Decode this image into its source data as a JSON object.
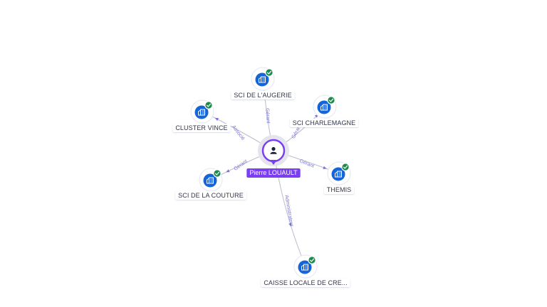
{
  "center": {
    "label": "Pierre LOUAULT",
    "icon": "person-icon",
    "color": "#7a3ff0"
  },
  "companies": [
    {
      "id": "sci-de-laugerie",
      "label": "SCI DE L'AUGERIE",
      "relation": "Gérant",
      "icon": "building-icon",
      "status": "verified-check-icon"
    },
    {
      "id": "cluster-vince",
      "label": "CLUSTER VINCE",
      "relation": "Associé",
      "icon": "building-icon",
      "status": "verified-check-icon"
    },
    {
      "id": "sci-charlemagne",
      "label": "SCI CHARLEMAGNE",
      "relation": "Gérant",
      "icon": "building-icon",
      "status": "verified-check-icon"
    },
    {
      "id": "themis",
      "label": "THEMIS",
      "relation": "Gérant",
      "icon": "building-icon",
      "status": "verified-check-icon"
    },
    {
      "id": "sci-de-la-couture",
      "label": "SCI DE LA COUTURE",
      "relation": "Gérant",
      "icon": "building-icon",
      "status": "verified-check-icon"
    },
    {
      "id": "caisse-locale",
      "label": "CAISSE LOCALE DE CRE...",
      "relation": "Administrateur",
      "icon": "building-icon",
      "status": "verified-check-icon"
    }
  ],
  "colors": {
    "node": "#1565d8",
    "check": "#1b8a4c",
    "edge_label": "#7b73d6",
    "edge": "#b9bccd"
  }
}
